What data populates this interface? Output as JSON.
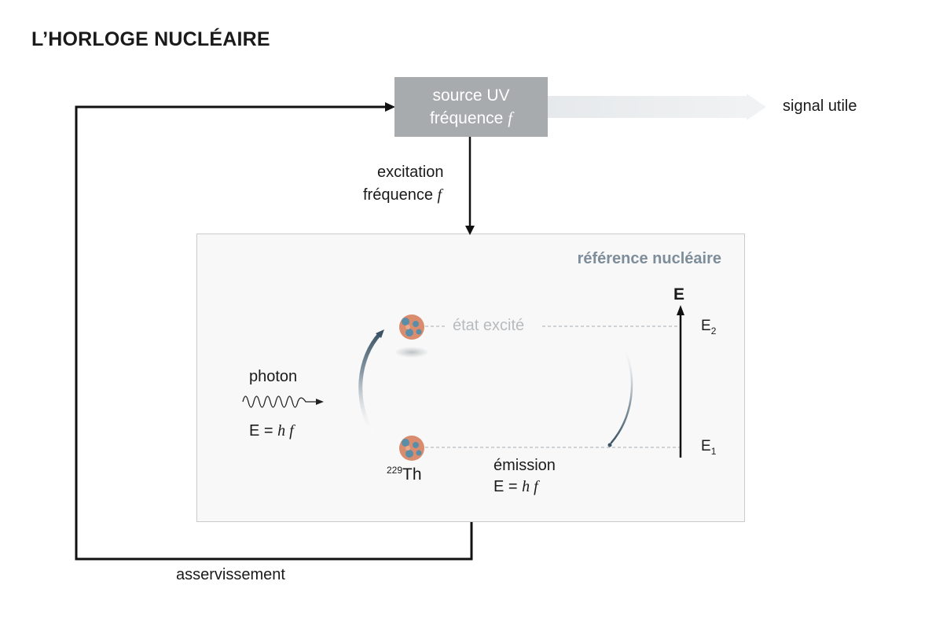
{
  "title": "L’HORLOGE NUCLÉAIRE",
  "source": {
    "line1": "source UV",
    "line2_prefix": "fréquence ",
    "line2_symbol": "f"
  },
  "signal": "signal utile",
  "excitation": {
    "line1": "excitation",
    "line2_prefix": "fréquence ",
    "line2_symbol": "f"
  },
  "reference_title": "référence nucléaire",
  "energy_axis": {
    "label": "E",
    "level2": "E",
    "level2_sub": "2",
    "level1": "E",
    "level1_sub": "1"
  },
  "excited_state": "état excité",
  "photon": {
    "label": "photon",
    "formula_prefix": "E = ",
    "formula_symbol": "h f"
  },
  "emission": {
    "label": "émission",
    "formula_prefix": "E = ",
    "formula_symbol": "h f"
  },
  "nucleus": {
    "mass_number": "229",
    "symbol": "Th"
  },
  "feedback": "asservissement",
  "colors": {
    "box_gray": "#a7abae",
    "reference_title": "#7d8d99",
    "nucleus": "#d98c6e",
    "nucleus_spots": "#5a8ea8"
  }
}
